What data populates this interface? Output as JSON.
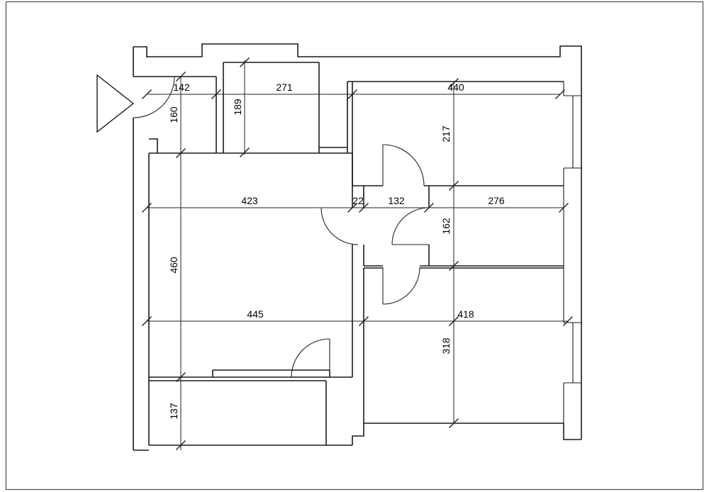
{
  "style": {
    "wall_color": "#1a1a1a",
    "dimension_color": "#222222",
    "background": "#ffffff",
    "page_border_color": "#4d4d4d"
  },
  "drawing": {
    "kind": "architectural-floor-plan"
  },
  "dimensions": {
    "horizontal_top": [
      "142",
      "271",
      "440"
    ],
    "horizontal_middle": [
      "423",
      "22",
      "132",
      "276"
    ],
    "horizontal_lower": [
      "445",
      "418"
    ],
    "vertical_left": [
      "160",
      "460",
      "137"
    ],
    "vertical_shaft": [
      "189"
    ],
    "vertical_right": [
      "217",
      "162",
      "318"
    ]
  }
}
